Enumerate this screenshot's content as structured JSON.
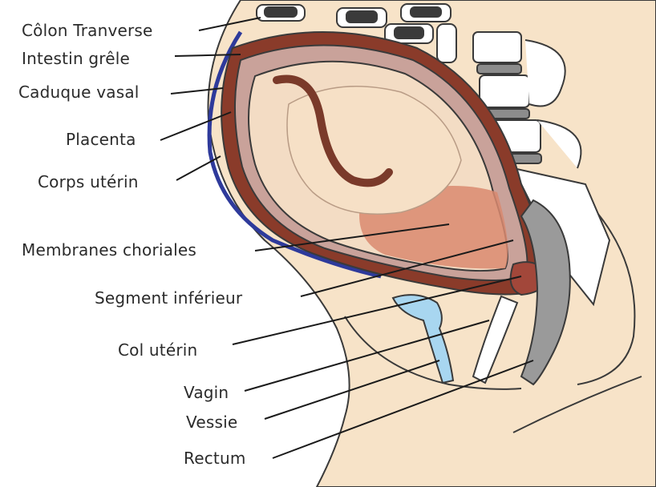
{
  "diagram": {
    "labels": [
      "Côlon Tranverse",
      "Intestin grêle",
      "Caduque vasal",
      "Placenta",
      "Corps utérin",
      "Membranes choriales",
      "Segment inférieur",
      "Col utérin",
      "Vagin",
      "Vessie",
      "Rectum"
    ]
  },
  "colors": {
    "skin": "#f7e3c8",
    "uterine_wall": "#8a3b2a",
    "placenta_wall": "#c9a29a",
    "amniotic": "#d98a70",
    "vessel_blue": "#2e3a9b",
    "bladder": "#a8d6f0",
    "bone": "#ffffff",
    "disc": "#8c8c8c",
    "outline": "#3a3a3a",
    "leader": "#1a1a1a"
  }
}
